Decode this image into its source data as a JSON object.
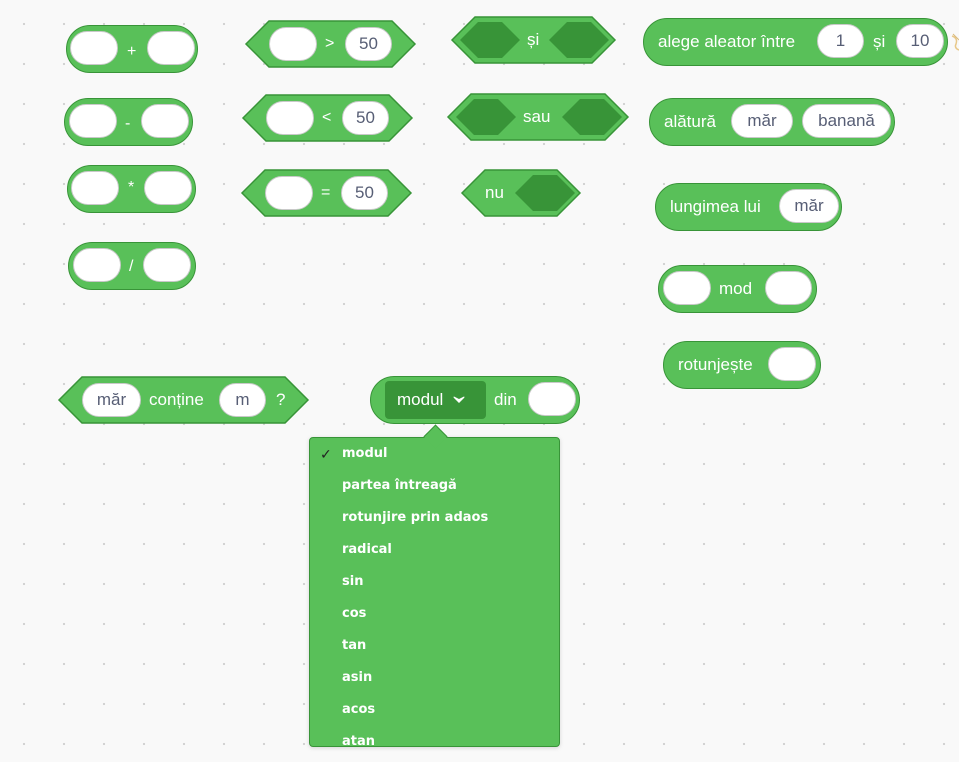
{
  "operators": {
    "plus": "+",
    "minus": "-",
    "times": "*",
    "divide": "/",
    "greater": ">",
    "less": "<",
    "equals": "=",
    "compare_value": "50"
  },
  "logic": {
    "and_label": "și",
    "or_label": "sau",
    "not_label": "nu"
  },
  "random": {
    "label": "alege aleator între",
    "from": "1",
    "and_label": "și",
    "to": "10"
  },
  "join": {
    "label": "alătură",
    "first": "măr",
    "second": "banană"
  },
  "length": {
    "label": "lungimea lui",
    "value": "măr"
  },
  "mod": {
    "label": "mod"
  },
  "round": {
    "label": "rotunjește"
  },
  "contains": {
    "first": "măr",
    "label": "conține",
    "second": "m",
    "question": "?"
  },
  "math_of": {
    "selected": "modul",
    "of_label": "din"
  },
  "menu": {
    "checkmark": "✓",
    "items": [
      "modul",
      "partea întreagă",
      "rotunjire prin adaos",
      "radical",
      "sin",
      "cos",
      "tan",
      "asin",
      "acos",
      "atan"
    ]
  },
  "colors": {
    "block_fill": "#59c059",
    "block_border": "#389438",
    "slot_fill": "#ffffff",
    "slot_text": "#575e75"
  }
}
